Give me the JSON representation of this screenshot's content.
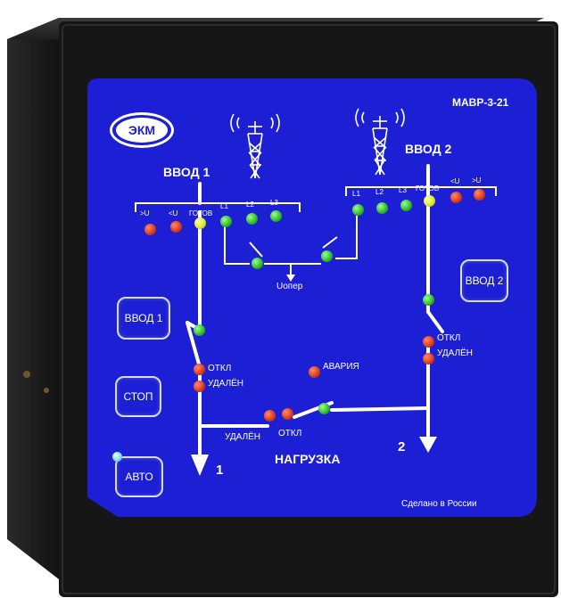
{
  "model": "МАВР-3-21",
  "logo_text": "ЭКМ",
  "input1": {
    "title": "ВВОД 1",
    "led_labels": [
      ">U",
      "<U",
      "ГОТОВ",
      "L1",
      "L2",
      "L3"
    ],
    "arrow_number": "1"
  },
  "input2": {
    "title": "ВВОД 2",
    "led_labels": [
      "L1",
      "L2",
      "L3",
      "ГОТОВ",
      "<U",
      ">U"
    ],
    "arrow_number": "2"
  },
  "uoper_label": "Uопер",
  "status": {
    "otkl": "ОТКЛ",
    "udalen": "УДАЛЁН",
    "avaria": "АВАРИЯ"
  },
  "load_label": "НАГРУЗКА",
  "buttons": {
    "input1": "ВВОД 1",
    "input2": "ВВОД 2",
    "stop": "СТОП",
    "auto": "АВТО"
  },
  "footer": "Сделано в России",
  "colors": {
    "panel": "#1c1fd4",
    "frame": "#1a1a1a",
    "led_red": "#d83a1c",
    "led_green": "#2eb82a",
    "led_yellow": "#d8e826",
    "led_cyan": "#7fd8f5"
  }
}
